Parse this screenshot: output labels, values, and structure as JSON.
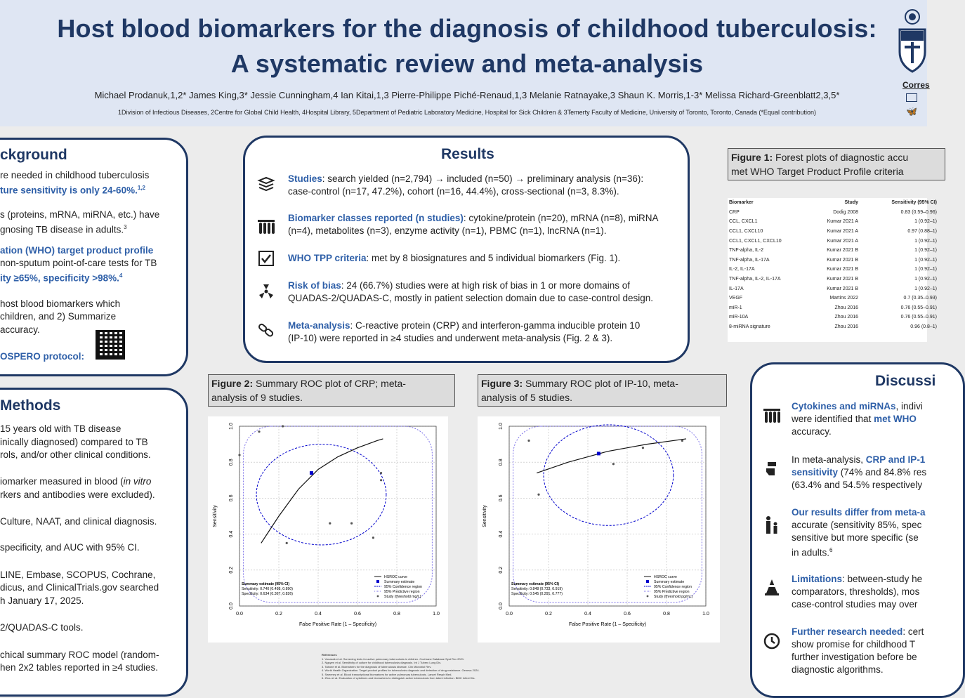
{
  "header": {
    "title_line1": "Host blood biomarkers for the diagnosis of childhood tuberculosis:",
    "title_line2": "A systematic review and meta-analysis",
    "authors": "Michael Prodanuk,1,2* James King,3* Jessie Cunningham,4 Ian Kitai,1,3 Pierre-Philippe Piché-Renaud,1,3 Melanie Ratnayake,3 Shaun K. Morris,1-3* Melissa Richard-Greenblatt2,3,5*",
    "affiliations": "1Division of Infectious Diseases, 2Centre for Global Child Health, 4Hospital Library, 5Department of Pediatric Laboratory Medicine, Hospital for Sick Children & 3Temerty Faculty of Medicine, University of Toronto, Toronto, Canada (*Equal contribution)",
    "correspondence_label": "Corres"
  },
  "background": {
    "title": "ckground",
    "l1": "re needed in childhood tuberculosis",
    "l2": "ture sensitivity is only 24-60%.",
    "l2_sup": "1,2",
    "l3": "s (proteins, mRNA, miRNA, etc.) have",
    "l4": "gnosing TB disease in adults.",
    "l4_sup": "3",
    "l5a": "ation ",
    "l5b": "(WHO) target product profile",
    "l6": "non-sputum point-of-care tests for TB",
    "l7": "ity ≥65%, specificity >98%.",
    "l7_sup": "4",
    "l8": " host blood biomarkers which",
    "l9": " children, and 2) Summarize",
    "l10": "accuracy.",
    "l11": "OSPERO protocol:"
  },
  "methods": {
    "title": "Methods",
    "l1": "15 years old with TB disease",
    "l2": "inically diagnosed) compared to TB",
    "l3": "rols, and/or other clinical conditions.",
    "l4a": "iomarker measured in blood (",
    "l4b": "in vitro",
    "l5": "rkers and antibodies were excluded).",
    "l6": "Culture, NAAT, and clinical diagnosis.",
    "l7": "specificity, and AUC with 95% CI.",
    "l8": "LINE, Embase, SCOPUS, Cochrane,",
    "l9": "dicus, and ClinicalTrials.gov searched",
    "l10": "h January 17, 2025.",
    "l11": "2/QUADAS-C tools.",
    "l12": "chical summary ROC model (random-",
    "l13": "hen 2x2 tables reported in ≥4 studies."
  },
  "results": {
    "title": "Results",
    "items": [
      {
        "icon": "books-icon",
        "label": "Studies",
        "l1": ": search yielded (n=2,794) → included (n=50) → preliminary analysis (n=36):",
        "l2": "case-control (n=17, 47.2%), cohort (n=16, 44.4%), cross-sectional (n=3, 8.3%)."
      },
      {
        "icon": "test-tubes-icon",
        "label": "Biomarker classes reported (n studies)",
        "l1": ": cytokine/protein (n=20), mRNA (n=8), miRNA",
        "l2": "(n=4), metabolites (n=3), enzyme activity (n=1), PBMC (n=1), lncRNA (n=1)."
      },
      {
        "icon": "checkbox-icon",
        "label": "WHO TPP criteria",
        "l1": ": met by 8 biosignatures and 5 individual biomarkers (Fig. 1).",
        "l2": ""
      },
      {
        "icon": "hazard-icon",
        "label": "Risk of bias",
        "l1": ": 24 (66.7%) studies were at high risk of bias in 1 or more domains of",
        "l2": "QUADAS-2/QUADAS-C, mostly in patient selection domain due to case-control design."
      },
      {
        "icon": "link-icon",
        "label": "Meta-analysis",
        "l1": ": C-reactive protein (CRP) and interferon-gamma inducible protein 10",
        "l2": "(IP-10) were reported in ≥4 studies and underwent meta-analysis (Fig. 2 & 3)."
      }
    ]
  },
  "figure1": {
    "caption_bold": "Figure 1:",
    "caption_l1": " Forest plots of diagnostic accu",
    "caption_l2": "met WHO Target Product Profile criteria",
    "headers": [
      "Biomarker",
      "Study",
      "Sensitivity (95% CI)"
    ],
    "rows": [
      [
        "CRP",
        "Dodig 2008",
        "0.83 (0.59–0.96)"
      ],
      [
        "CCL, CXCL1",
        "Kumar 2021 A",
        "1 (0.92–1)"
      ],
      [
        "CCL1, CXCL10",
        "Kumar 2021 A",
        "0.97 (0.88–1)"
      ],
      [
        "CCL1, CXCL1, CXCL10",
        "Kumar 2021 A",
        "1 (0.92–1)"
      ],
      [
        "TNF-alpha, IL-2",
        "Kumar 2021 B",
        "1 (0.92–1)"
      ],
      [
        "TNF-alpha, IL-17A",
        "Kumar 2021 B",
        "1 (0.92–1)"
      ],
      [
        "IL-2, IL-17A",
        "Kumar 2021 B",
        "1 (0.92–1)"
      ],
      [
        "TNF-alpha, IL-2, IL-17A",
        "Kumar 2021 B",
        "1 (0.92–1)"
      ],
      [
        "IL-17A",
        "Kumar 2021 B",
        "1 (0.92–1)"
      ],
      [
        "VEGF",
        "Martins 2022",
        "0.7 (0.35–0.93)"
      ],
      [
        "miR-1",
        "Zhou 2016",
        "0.76 (0.55–0.91)"
      ],
      [
        "miR-10A",
        "Zhou 2016",
        "0.76 (0.55–0.91)"
      ],
      [
        "8-miRNA signature",
        "Zhou 2016",
        "0.96 (0.8–1)"
      ]
    ]
  },
  "figure2": {
    "caption_bold": "Figure 2:",
    "caption_l1": " Summary ROC plot of CRP; meta-",
    "caption_l2": "analysis of 9 studies.",
    "xlabel": "False Positive Rate (1 – Specificity)",
    "ylabel": "Sensitivity",
    "summary_title": "Summary estimate (95% CI)",
    "summary_sens": "Sensitivity: 0.740 (0.498, 0.890)",
    "summary_spec": "Specificity: 0.634 (0.367, 0.826)",
    "legend": [
      "HSROC curve",
      "Summary estimate",
      "95% Confidence region",
      "95% Predictive region",
      "Study (threshold mg/L)"
    ]
  },
  "figure3": {
    "caption_bold": "Figure 3:",
    "caption_l1": " Summary ROC plot of IP-10, meta-",
    "caption_l2": "analysis of 5 studies.",
    "xlabel": "False Positive Rate (1 – Specificity)",
    "ylabel": "Sensitivity",
    "summary_title": "Summary estimate (95% CI)",
    "summary_sens": "Sensitivity: 0.848 (0.733, 0.919)",
    "summary_spec": "Specificity: 0.545 (0.291, 0.777)",
    "legend": [
      "HSROC curve",
      "Summary estimate",
      "95% Confidence region",
      "95% Predictive region",
      "Study (threshold pg/mL)"
    ]
  },
  "chart_data": [
    {
      "type": "scatter",
      "title": "Figure 2: Summary ROC plot of CRP; meta-analysis of 9 studies.",
      "xlabel": "False Positive Rate (1 – Specificity)",
      "ylabel": "Sensitivity",
      "xlim": [
        0,
        1
      ],
      "ylim": [
        0,
        1
      ],
      "ticks": [
        "0.0",
        "0.2",
        "0.4",
        "0.6",
        "0.8",
        "1.0"
      ],
      "grid": true,
      "legend_placement": "bottom-right",
      "summary": {
        "x": 0.366,
        "y": 0.74
      },
      "studies": [
        {
          "x": 0.0,
          "y": 0.84
        },
        {
          "x": 0.1,
          "y": 0.97
        },
        {
          "x": 0.22,
          "y": 1.0
        },
        {
          "x": 0.24,
          "y": 0.35
        },
        {
          "x": 0.46,
          "y": 0.46
        },
        {
          "x": 0.57,
          "y": 0.46
        },
        {
          "x": 0.68,
          "y": 0.38
        },
        {
          "x": 0.72,
          "y": 0.74
        },
        {
          "x": 0.72,
          "y": 0.7
        }
      ],
      "hsroc_curve": [
        [
          0.11,
          0.35
        ],
        [
          0.2,
          0.5
        ],
        [
          0.3,
          0.65
        ],
        [
          0.4,
          0.76
        ],
        [
          0.5,
          0.83
        ],
        [
          0.6,
          0.88
        ],
        [
          0.7,
          0.92
        ],
        [
          0.73,
          0.93
        ]
      ]
    },
    {
      "type": "scatter",
      "title": "Figure 3: Summary ROC plot of IP-10, meta-analysis of 5 studies.",
      "xlabel": "False Positive Rate (1 – Specificity)",
      "ylabel": "Sensitivity",
      "xlim": [
        0,
        1
      ],
      "ylim": [
        0,
        1
      ],
      "ticks": [
        "0.0",
        "0.2",
        "0.4",
        "0.6",
        "0.8",
        "1.0"
      ],
      "grid": true,
      "legend_placement": "bottom-right",
      "summary": {
        "x": 0.455,
        "y": 0.848
      },
      "studies": [
        {
          "x": 0.1,
          "y": 0.92
        },
        {
          "x": 0.15,
          "y": 0.62
        },
        {
          "x": 0.53,
          "y": 0.79
        },
        {
          "x": 0.68,
          "y": 0.88
        },
        {
          "x": 0.88,
          "y": 0.92
        }
      ],
      "hsroc_curve": [
        [
          0.14,
          0.74
        ],
        [
          0.3,
          0.8
        ],
        [
          0.5,
          0.86
        ],
        [
          0.7,
          0.9
        ],
        [
          0.9,
          0.93
        ]
      ]
    }
  ],
  "discussion": {
    "title": "Discussi",
    "items": [
      {
        "icon": "test-tubes-icon",
        "b1": "Cytokines and miRNAs",
        "l1": ", indivi",
        "l2a": "were identified that ",
        "l2b": "met WHO",
        "l3": "accuracy."
      },
      {
        "icon": "hand-test-icon",
        "l1a": "In meta-analysis, ",
        "l1b": "CRP and IP-1",
        "l2b": "sensitivity",
        "l2": " (74% and 84.8% res",
        "l3": "(63.4% and 54.5% respectively"
      },
      {
        "icon": "parent-child-icon",
        "b1": "Our results differ from meta-a",
        "l2": "accurate (sensitivity 85%, spec",
        "l3": "sensitive but more specific (se",
        "l4": "in adults.",
        "l4_sup": "6"
      },
      {
        "icon": "traffic-cone-icon",
        "b1": "Limitations",
        "l1": ": between-study he",
        "l2": "comparators, thresholds), mos",
        "l3": "case-control studies may over"
      },
      {
        "icon": "clock-icon",
        "b1": "Further research needed",
        "l1": ": cert",
        "l2": "show promise for childhood T",
        "l3": "further investigation before be",
        "l4": "diagnostic algorithms."
      }
    ]
  },
  "references": {
    "label": "References",
    "lines": [
      "1. Vonasek et al. Screening tests for active pulmonary tuberculosis in children. Cochrane Database Syst Rev 2021.",
      "2. Nguyen et al. Sensitivity of culture for childhood tuberculosis diagnosis. Int J Tuberc Lung Dis.",
      "3. Tabone et al. Biomarkers for the diagnosis of tuberculosis disease. Clin Microbiol Rev.",
      "4. World Health Organization. Target product profiles for tuberculosis diagnosis and detection of drug resistance. Geneva 2024.",
      "5. Sweeney et al. Blood transcriptional biomarkers for active pulmonary tuberculosis. Lancet Respir Med.",
      "6. Zhou et al. Evaluation of cytokines and biomarkers to distinguish active tuberculosis from latent infection. BMC Infect Dis."
    ]
  },
  "colors": {
    "navy": "#1f3864",
    "accent_blue": "#2e5fa8",
    "plot_blue": "#0000cc",
    "plot_region": "#7a6ee8"
  }
}
